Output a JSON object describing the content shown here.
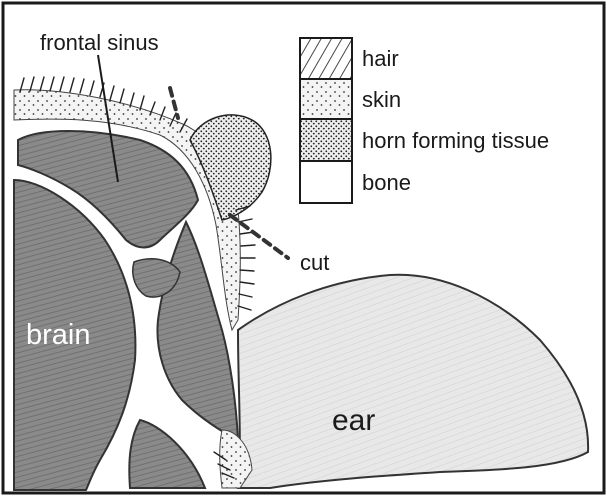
{
  "labels": {
    "frontal_sinus": "frontal sinus",
    "brain": "brain",
    "ear": "ear",
    "cut": "cut"
  },
  "legend": {
    "items": [
      {
        "key": "hair",
        "label": "hair"
      },
      {
        "key": "skin",
        "label": "skin"
      },
      {
        "key": "horn",
        "label": "horn forming tissue"
      },
      {
        "key": "bone",
        "label": "bone"
      }
    ]
  },
  "colors": {
    "frame": "#1a1a1a",
    "tissue_dark": "#7d7d7d",
    "tissue_mid": "#9a9a9a",
    "ear_fill": "#e6e6e6",
    "bone": "#ffffff",
    "skin_bg": "#f2f2f2"
  }
}
